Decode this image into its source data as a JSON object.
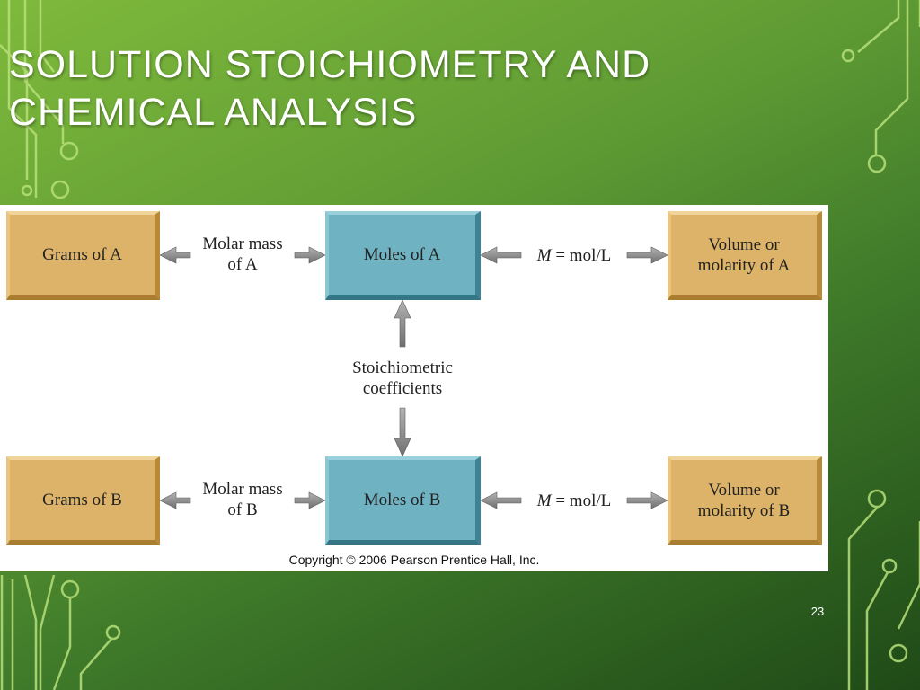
{
  "slide": {
    "title": "SOLUTION STOICHIOMETRY AND CHEMICAL ANALYSIS",
    "page_number": "23",
    "colors": {
      "background_light": "#7fba3c",
      "background_dark": "#1f4a17",
      "circuit_lines": "#b7e07a",
      "tan_box": "#ddb369",
      "teal_box": "#6fb2c2",
      "arrow": "#8a8a8a"
    }
  },
  "diagram": {
    "row_a": {
      "grams": "Grams of A",
      "molar_mass_line1": "Molar mass",
      "molar_mass_line2": "of A",
      "moles": "Moles of A",
      "molarity_var": "M",
      "molarity_rest": " = mol/L",
      "volume_line1": "Volume or",
      "volume_line2": "molarity of A"
    },
    "row_b": {
      "grams": "Grams of B",
      "molar_mass_line1": "Molar mass",
      "molar_mass_line2": "of B",
      "moles": "Moles of B",
      "molarity_var": "M",
      "molarity_rest": " = mol/L",
      "volume_line1": "Volume or",
      "volume_line2": "molarity of B"
    },
    "center_label_line1": "Stoichiometric",
    "center_label_line2": "coefficients",
    "copyright": "Copyright © 2006 Pearson Prentice Hall, Inc."
  }
}
